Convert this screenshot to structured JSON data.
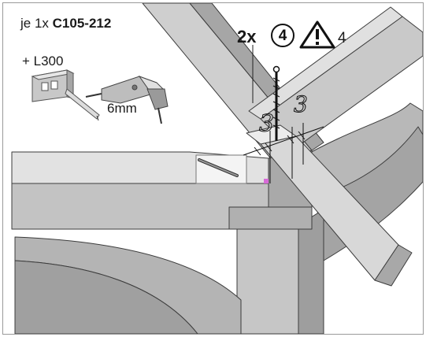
{
  "instruction": {
    "prefix": "je 1x",
    "part_number": "C105-212",
    "extra_part": "+ L300",
    "drill_size": "6mm",
    "quantity": "2x",
    "step_circle": "4",
    "warning_count": "4",
    "dimension_left": "3",
    "dimension_right": "3"
  },
  "icons": {
    "tape": "tape-measure-icon",
    "drill": "drill-icon",
    "warning": "warning-triangle-icon",
    "screw": "screw-icon"
  },
  "colors": {
    "wood_light": "#d2d2d2",
    "wood_mid": "#bdbdbd",
    "wood_dark": "#9e9e9e",
    "outline": "#3c3c3c",
    "background": "#ffffff",
    "accent_marker": "#d86ad8"
  }
}
